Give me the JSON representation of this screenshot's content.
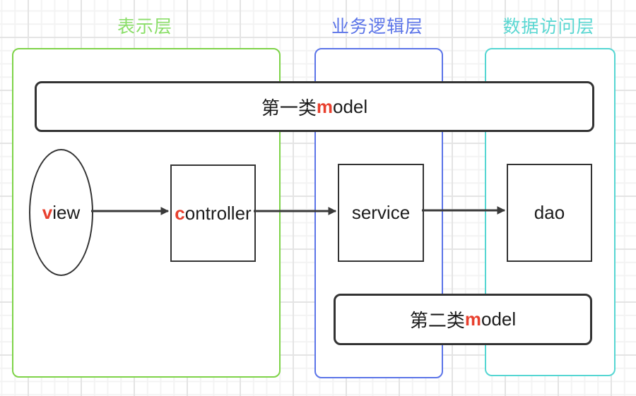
{
  "diagram": {
    "layers": {
      "presentation": {
        "label": "表示层"
      },
      "business": {
        "label": "业务逻辑层"
      },
      "data_access": {
        "label": "数据访问层"
      }
    },
    "nodes": {
      "model1": {
        "prefix": "第一类",
        "red": "m",
        "rest": "odel"
      },
      "view": {
        "red": "v",
        "rest": "iew"
      },
      "controller": {
        "red": "c",
        "rest": "ontroller"
      },
      "service": {
        "label": "service"
      },
      "dao": {
        "label": "dao"
      },
      "model2": {
        "prefix": "第二类",
        "red": "m",
        "rest": "odel"
      }
    },
    "edges": [
      {
        "from": "view",
        "to": "controller"
      },
      {
        "from": "controller",
        "to": "service"
      },
      {
        "from": "service",
        "to": "dao"
      }
    ],
    "colors": {
      "presentation_border": "#7ed348",
      "presentation_label": "#8ade68",
      "business_border": "#5b74e8",
      "business_label": "#5b74e8",
      "data_access_border": "#55d6d2",
      "data_access_label": "#5ad7d2",
      "highlight_red": "#e8402e",
      "shape_stroke": "#333333",
      "arrow": "#3a3a3a",
      "grid_minor": "#f3f3f3",
      "grid_major": "#e4e4e4"
    }
  }
}
